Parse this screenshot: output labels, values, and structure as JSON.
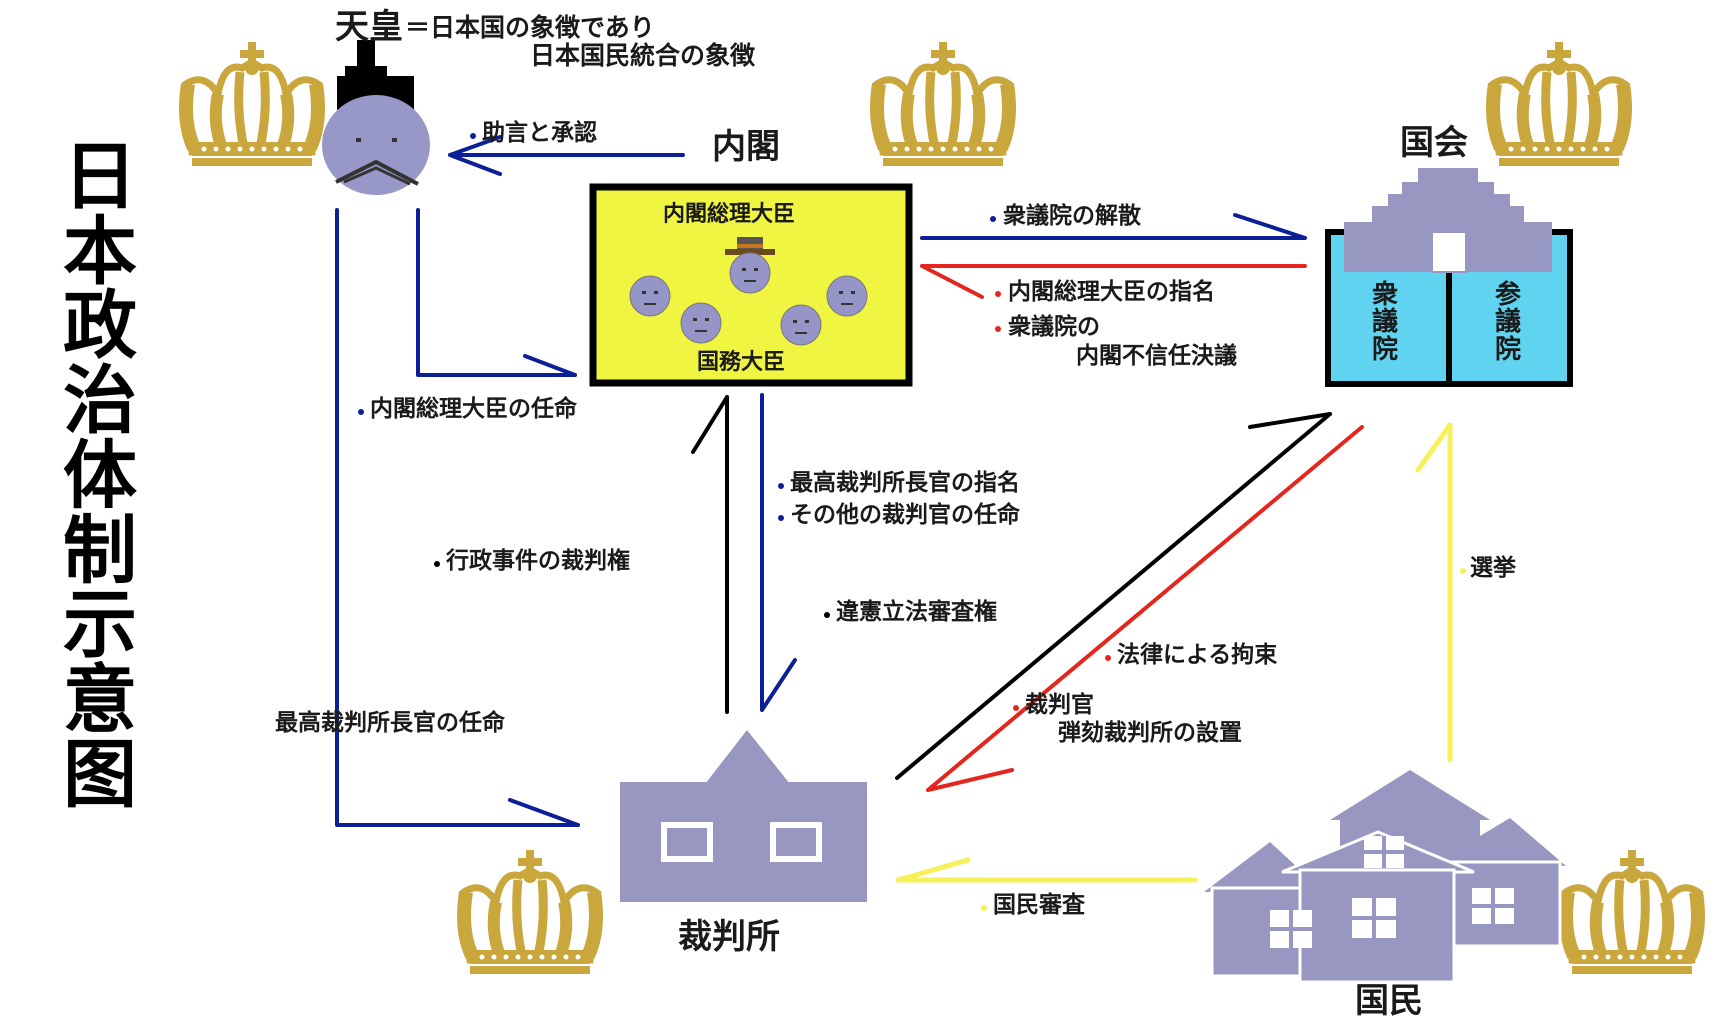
{
  "title_vertical": [
    "日",
    "本",
    "政",
    "治",
    "体",
    "制",
    "示",
    "意",
    "图"
  ],
  "emperor": {
    "heading": "天皇",
    "desc_line1": "＝日本国の象徴であり",
    "desc_line2": "日本国民統合の象徴"
  },
  "cabinet": {
    "heading": "内閣",
    "pm": "内閣総理大臣",
    "ministers": "国務大臣"
  },
  "diet": {
    "heading": "国会",
    "lower": [
      "衆",
      "議",
      "院"
    ],
    "upper": [
      "参",
      "議",
      "院"
    ]
  },
  "court": {
    "heading": "裁判所"
  },
  "people": {
    "heading": "国民"
  },
  "labels": {
    "advice": "助言と承認",
    "dissolve": "衆議院の解散",
    "nominate_pm": "内閣総理大臣の指名",
    "no_confidence_1": "衆議院の",
    "no_confidence_2": "内閣不信任決議",
    "appoint_pm": "内閣総理大臣の任命",
    "nominate_chief_justice": "最高裁判所長官の指名",
    "appoint_judges": "その他の裁判官の任命",
    "admin_cases": "行政事件の裁判権",
    "judicial_review": "違憲立法審査権",
    "legal_constraint": "法律による拘束",
    "impeach_1": "裁判官",
    "impeach_2": "弾劾裁判所の設置",
    "appoint_chief_justice": "最高裁判所長官の任命",
    "election": "選挙",
    "national_review": "国民審査"
  },
  "colors": {
    "blue_arrow": "#0c1f96",
    "red_arrow": "#e3261e",
    "black_arrow": "#000000",
    "yellow_arrow": "#f6f05a",
    "cabinet_fill": "#f0f542",
    "diet_fill": "#5fd3f0",
    "building": "#9797c2",
    "crown": "#c9a73d"
  }
}
